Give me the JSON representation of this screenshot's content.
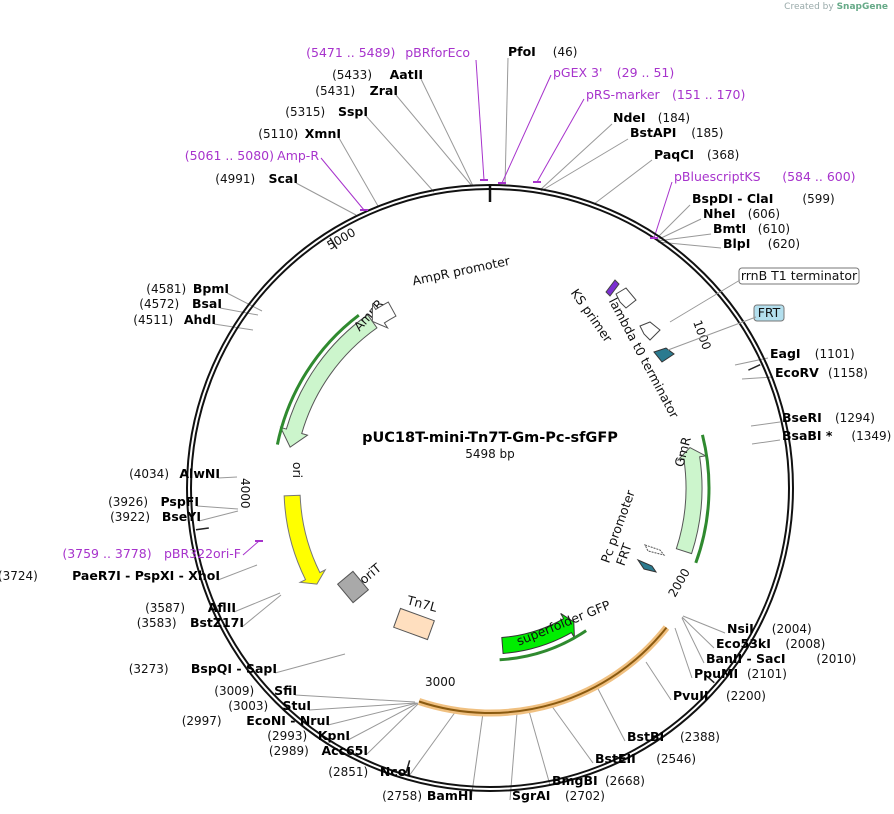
{
  "credit": {
    "prefix": "Created by",
    "brand": "SnapGene"
  },
  "plasmid": {
    "name": "pUC18T-mini-Tn7T-Gm-Pc-sfGFP",
    "length_label": "5498 bp",
    "length": 5498
  },
  "ticks": [
    {
      "label": "1000",
      "bp": 1000
    },
    {
      "label": "2000",
      "bp": 2000
    },
    {
      "label": "3000",
      "bp": 3000
    },
    {
      "label": "4000",
      "bp": 4000
    },
    {
      "label": "5000",
      "bp": 5000
    }
  ],
  "enzymes": [
    {
      "name": "PfoI",
      "pos": "(46)"
    },
    {
      "name": "NdeI",
      "pos": "(184)"
    },
    {
      "name": "BstAPI",
      "pos": "(185)"
    },
    {
      "name": "PaqCI",
      "pos": "(368)"
    },
    {
      "name": "BspDI - ClaI",
      "pos": "(599)"
    },
    {
      "name": "NheI",
      "pos": "(606)"
    },
    {
      "name": "BmtI",
      "pos": "(610)"
    },
    {
      "name": "BlpI",
      "pos": "(620)"
    },
    {
      "name": "EagI",
      "pos": "(1101)"
    },
    {
      "name": "EcoRV",
      "pos": "(1158)"
    },
    {
      "name": "BseRI",
      "pos": "(1294)"
    },
    {
      "name": "BsaBI *",
      "pos": "(1349)"
    },
    {
      "name": "NsiI",
      "pos": "(2004)"
    },
    {
      "name": "Eco53kI",
      "pos": "(2008)"
    },
    {
      "name": "BanII - SacI",
      "pos": "(2010)"
    },
    {
      "name": "PpuMI",
      "pos": "(2101)"
    },
    {
      "name": "PvuII",
      "pos": "(2200)"
    },
    {
      "name": "BstBI",
      "pos": "(2388)"
    },
    {
      "name": "BstEII",
      "pos": "(2546)"
    },
    {
      "name": "BmgBI",
      "pos": "(2668)"
    },
    {
      "name": "SgrAI",
      "pos": "(2702)"
    },
    {
      "name": "BamHI",
      "pos": "(2758)"
    },
    {
      "name": "NcoI",
      "pos": "(2851)"
    },
    {
      "name": "Acc65I",
      "pos": "(2989)"
    },
    {
      "name": "KpnI",
      "pos": "(2993)"
    },
    {
      "name": "EcoNI - NruI",
      "pos": "(2997)"
    },
    {
      "name": "StuI",
      "pos": "(3003)"
    },
    {
      "name": "SfiI",
      "pos": "(3009)"
    },
    {
      "name": "BspQI - SapI",
      "pos": "(3273)"
    },
    {
      "name": "BstZ17I",
      "pos": "(3583)"
    },
    {
      "name": "AflII",
      "pos": "(3587)"
    },
    {
      "name": "PaeR7I - PspXI - XhoI",
      "pos": "(3724)"
    },
    {
      "name": "BseYI",
      "pos": "(3922)"
    },
    {
      "name": "PspFI",
      "pos": "(3926)"
    },
    {
      "name": "AlwNI",
      "pos": "(4034)"
    },
    {
      "name": "AhdI",
      "pos": "(4511)"
    },
    {
      "name": "BsaI",
      "pos": "(4572)"
    },
    {
      "name": "BpmI",
      "pos": "(4581)"
    },
    {
      "name": "ScaI",
      "pos": "(4991)"
    },
    {
      "name": "XmnI",
      "pos": "(5110)"
    },
    {
      "name": "SspI",
      "pos": "(5315)"
    },
    {
      "name": "ZraI",
      "pos": "(5431)"
    },
    {
      "name": "AatII",
      "pos": "(5433)"
    }
  ],
  "primers": [
    {
      "name": "pBRforEco",
      "range": "(5471 .. 5489)"
    },
    {
      "name": "pGEX 3'",
      "range": "(29 .. 51)"
    },
    {
      "name": "pRS-marker",
      "range": "(151 .. 170)"
    },
    {
      "name": "pBluescriptKS",
      "range": "(584 .. 600)"
    },
    {
      "name": "Amp-R",
      "range": "(5061 .. 5080)"
    },
    {
      "name": "pBR322ori-F",
      "range": "(3759 .. 3778)"
    }
  ],
  "features": [
    {
      "name": "AmpR",
      "color": "#ccf5cc"
    },
    {
      "name": "AmpR promoter",
      "color": "#ffffff"
    },
    {
      "name": "ori",
      "color": "#ffff00"
    },
    {
      "name": "oriT",
      "color": "#a9a9a9"
    },
    {
      "name": "Tn7L",
      "color": "#ffdfbf"
    },
    {
      "name": "superfolder GFP",
      "color": "#00ee00"
    },
    {
      "name": "Pc promoter",
      "color": "#ffffff"
    },
    {
      "name": "FRT",
      "color": "#2b7a8f"
    },
    {
      "name": "GmR",
      "color": "#ccf5cc"
    },
    {
      "name": "lambda t0 terminator",
      "color": "#ffffff"
    },
    {
      "name": "KS primer",
      "color": "#7b2fd1"
    },
    {
      "name": "rrnB T1 terminator",
      "color": "#ffffff"
    },
    {
      "name": "FRT",
      "color": "#2b7a8f"
    }
  ],
  "colors": {
    "primer": "#a733cc",
    "orf_border": "#d08a20",
    "feature_border": "#2f8a2f",
    "backbone": "#111111"
  }
}
